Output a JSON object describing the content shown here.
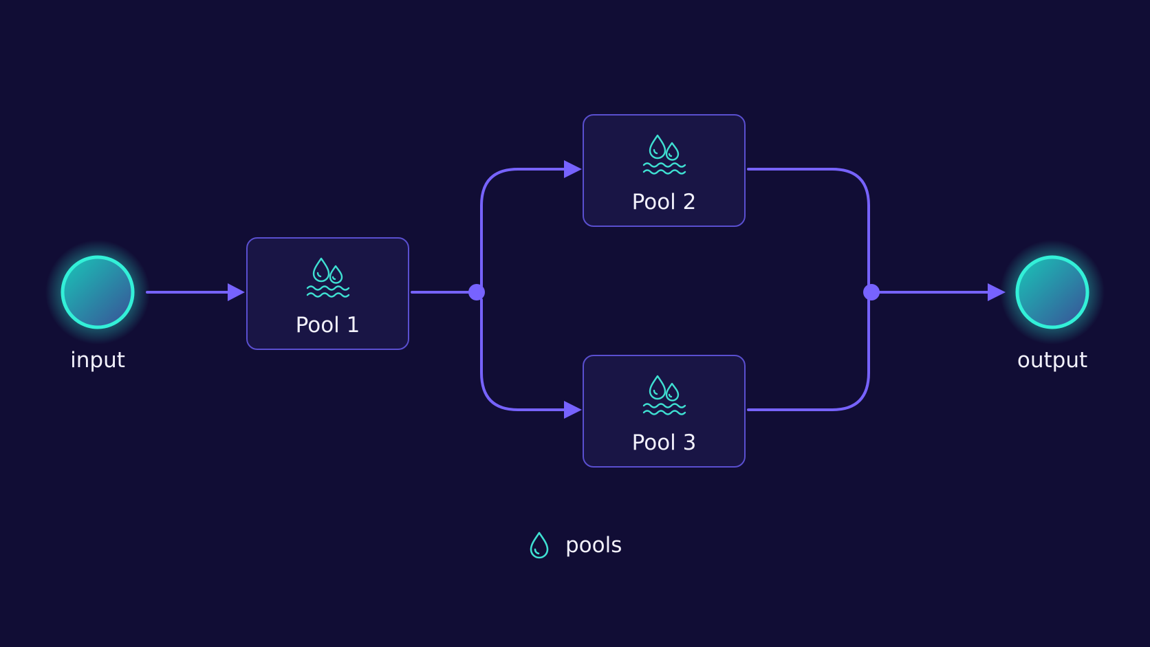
{
  "colors": {
    "background": "#110d35",
    "connector": "#7763ff",
    "box_border": "#5a4fd0",
    "box_fill": "#191545",
    "node_ring": "#33f0d8",
    "icon": "#3fe0d2",
    "text": "#f2f1fb"
  },
  "nodes": {
    "input": {
      "label": "input"
    },
    "output": {
      "label": "output"
    }
  },
  "pools": [
    {
      "label": "Pool 1",
      "icon": "water-drops-icon"
    },
    {
      "label": "Pool 2",
      "icon": "water-drops-icon"
    },
    {
      "label": "Pool 3",
      "icon": "water-drops-icon"
    }
  ],
  "legend": {
    "icon": "drop-icon",
    "label": "pools"
  }
}
